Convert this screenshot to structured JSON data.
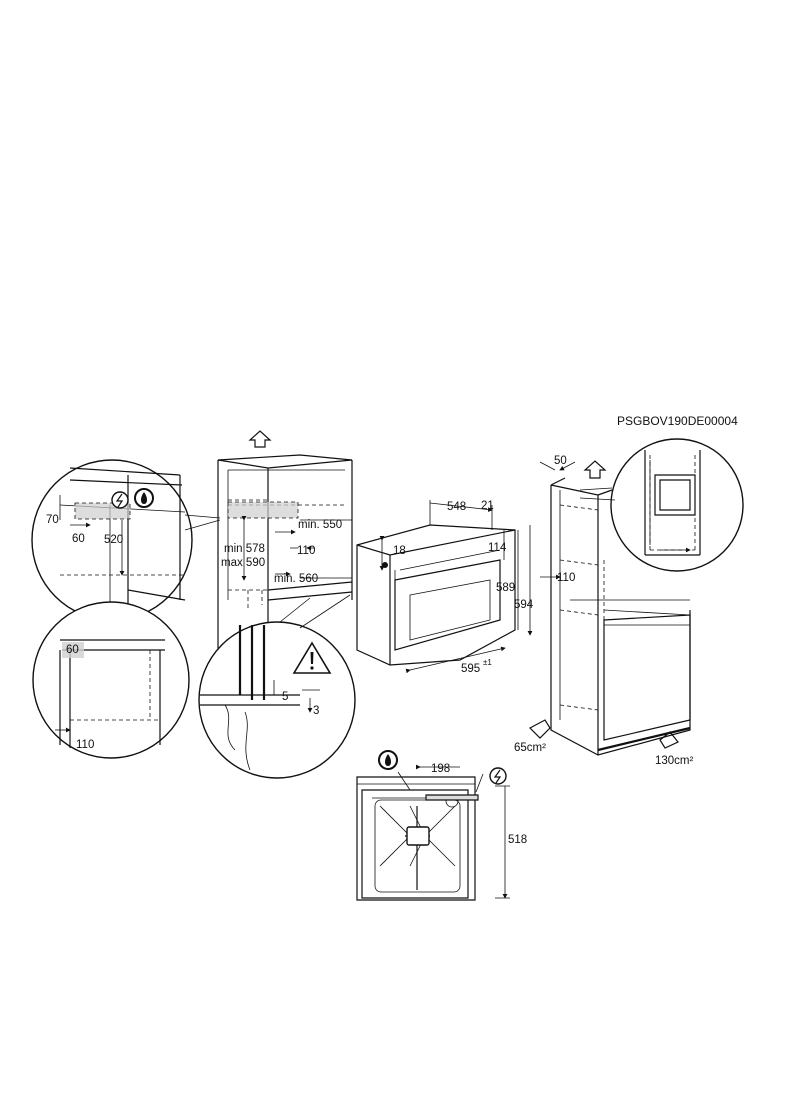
{
  "drawing_code": "PSGBOV190DE00004",
  "dimensions": {
    "d50": "50",
    "d70": "70",
    "d60": "60",
    "d520": "520",
    "min578": "min 578",
    "max590": "max 590",
    "min550": "min. 550",
    "d110_mid": "110",
    "min560": "min. 560",
    "d548": "548",
    "d21": "21",
    "d18": "18",
    "d114": "114",
    "d589": "589",
    "d594": "594",
    "d595": "595",
    "tol595": "±1",
    "d110_right": "110",
    "d60_box": "60",
    "d110_low": "110",
    "d5": "5",
    "d3": "3",
    "d198": "198",
    "d518": "518",
    "vent_small": "65cm²",
    "vent_large": "130cm²"
  },
  "icons": [
    "electric-connection-icon",
    "gas-connection-icon",
    "warning-icon",
    "arrow-up-icon"
  ]
}
